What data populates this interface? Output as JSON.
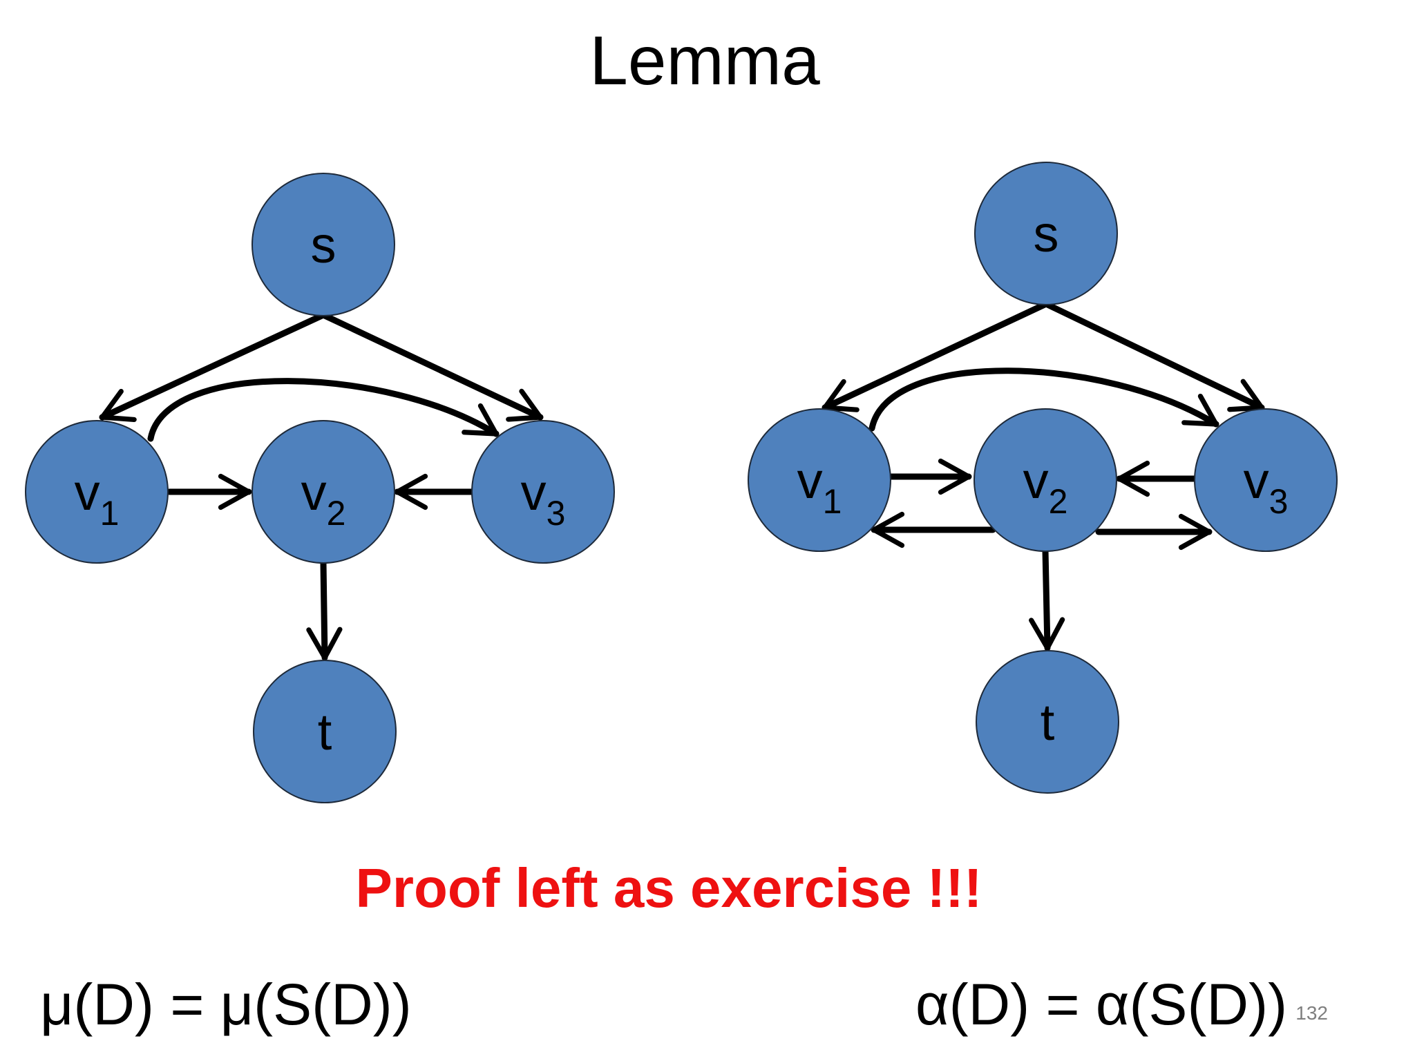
{
  "title": "Lemma",
  "colors": {
    "node_fill": "#4f81bd",
    "note": "#ee1111",
    "edge": "#000000"
  },
  "graphs": [
    {
      "nodes": [
        {
          "id": "s",
          "label": "s",
          "sub": ""
        },
        {
          "id": "v1",
          "label": "v",
          "sub": "1"
        },
        {
          "id": "v2",
          "label": "v",
          "sub": "2"
        },
        {
          "id": "v3",
          "label": "v",
          "sub": "3"
        },
        {
          "id": "t",
          "label": "t",
          "sub": ""
        }
      ],
      "edges": [
        {
          "from": "s",
          "to": "v1"
        },
        {
          "from": "s",
          "to": "v3"
        },
        {
          "from": "v1",
          "to": "v3"
        },
        {
          "from": "v1",
          "to": "v2"
        },
        {
          "from": "v3",
          "to": "v2"
        },
        {
          "from": "v2",
          "to": "t"
        }
      ]
    },
    {
      "nodes": [
        {
          "id": "s",
          "label": "s",
          "sub": ""
        },
        {
          "id": "v1",
          "label": "v",
          "sub": "1"
        },
        {
          "id": "v2",
          "label": "v",
          "sub": "2"
        },
        {
          "id": "v3",
          "label": "v",
          "sub": "3"
        },
        {
          "id": "t",
          "label": "t",
          "sub": ""
        }
      ],
      "edges": [
        {
          "from": "s",
          "to": "v1"
        },
        {
          "from": "s",
          "to": "v3"
        },
        {
          "from": "v1",
          "to": "v3"
        },
        {
          "from": "v1",
          "to": "v2"
        },
        {
          "from": "v2",
          "to": "v1"
        },
        {
          "from": "v3",
          "to": "v2"
        },
        {
          "from": "v2",
          "to": "v3"
        },
        {
          "from": "v2",
          "to": "t"
        }
      ]
    }
  ],
  "note": "Proof left as exercise !!!",
  "formula_left": "μ(D) = μ(S(D))",
  "formula_right": "α(D) = α(S(D))",
  "page_number": "132"
}
